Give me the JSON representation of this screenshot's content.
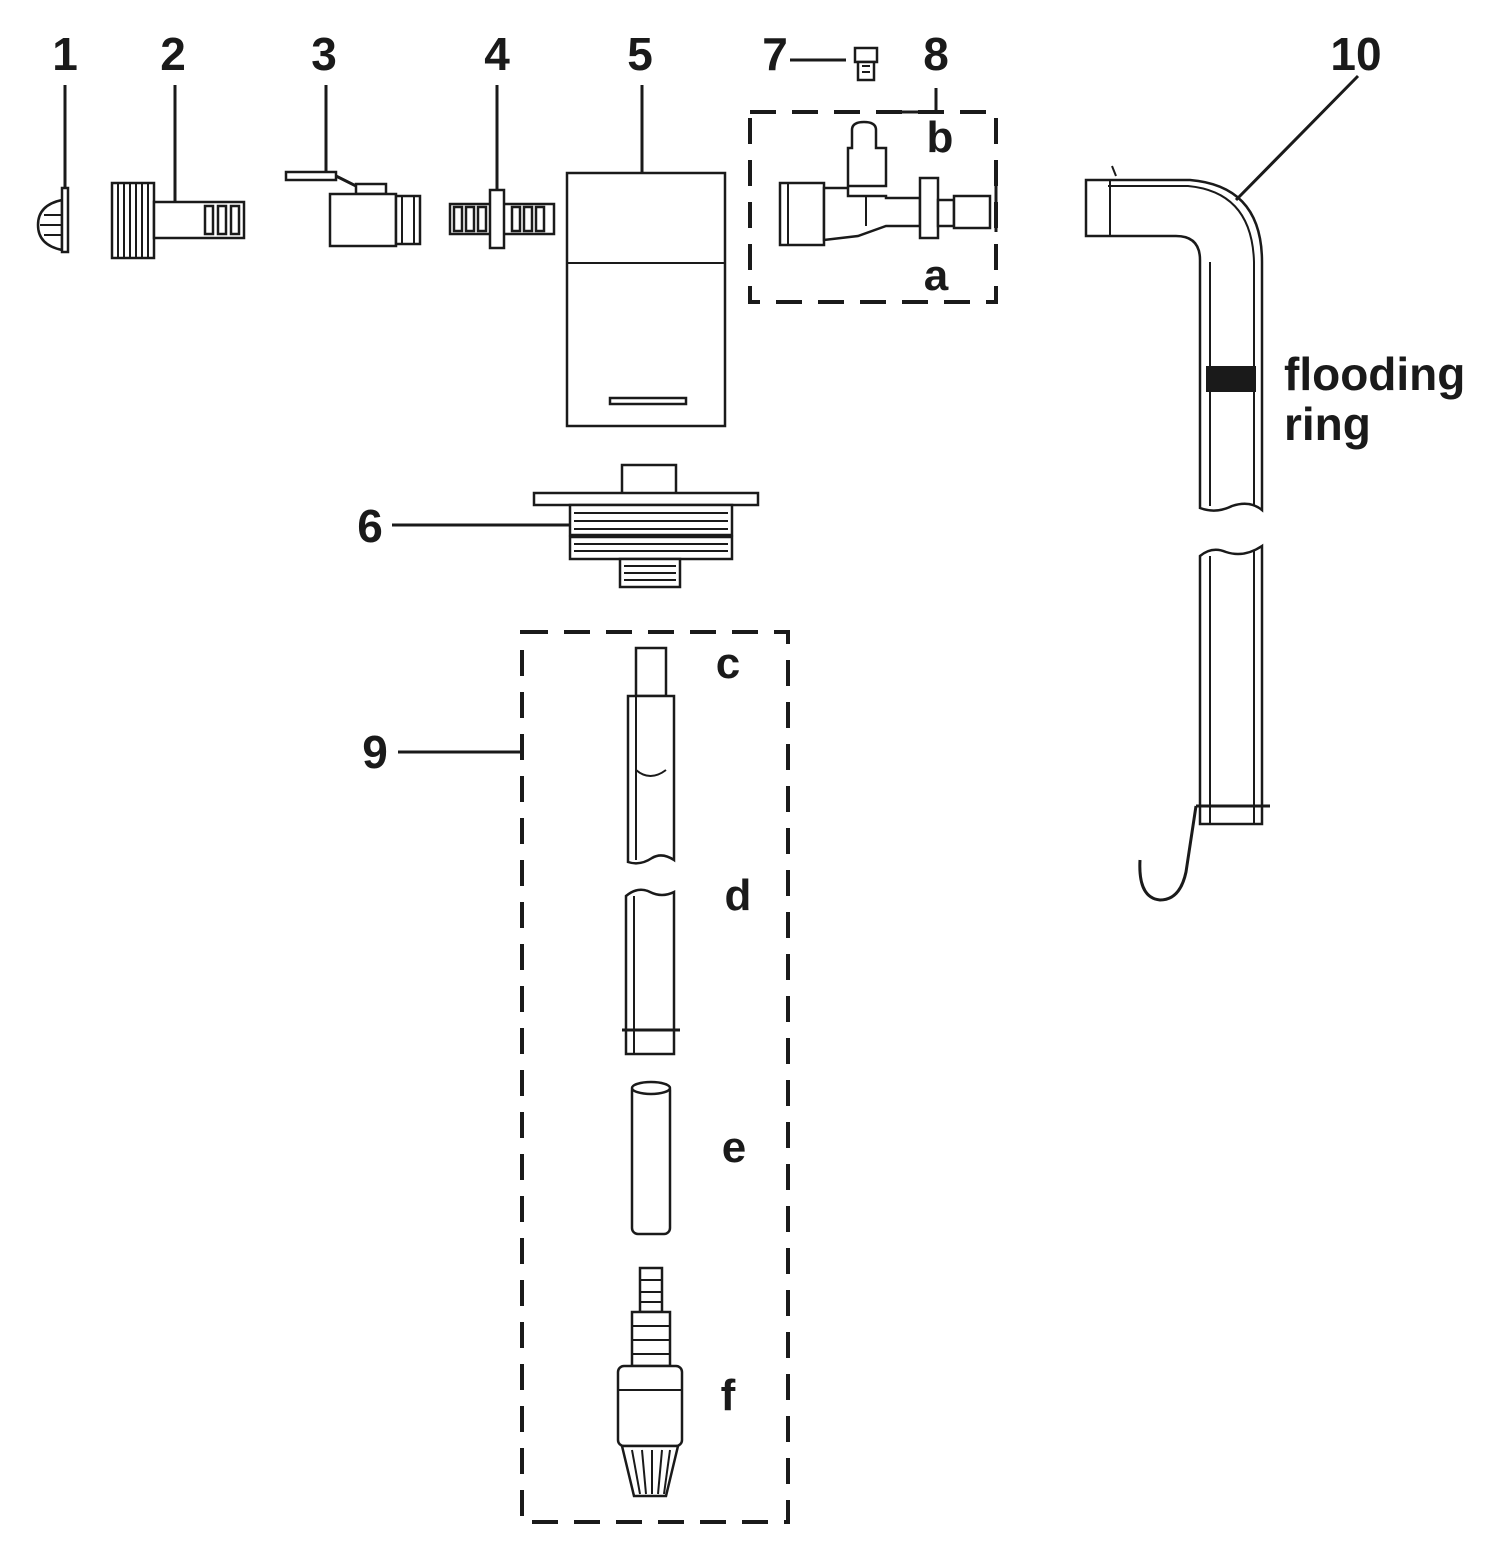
{
  "labels": {
    "n1": "1",
    "n2": "2",
    "n3": "3",
    "n4": "4",
    "n5": "5",
    "n6": "6",
    "n7": "7",
    "n8": "8",
    "n9": "9",
    "n10": "10",
    "a": "a",
    "b": "b",
    "c": "c",
    "d": "d",
    "e": "e",
    "f": "f",
    "flooding_line1": "flooding",
    "flooding_line2": "ring"
  },
  "colors": {
    "ink": "#1a1a1a",
    "background": "#ffffff"
  }
}
